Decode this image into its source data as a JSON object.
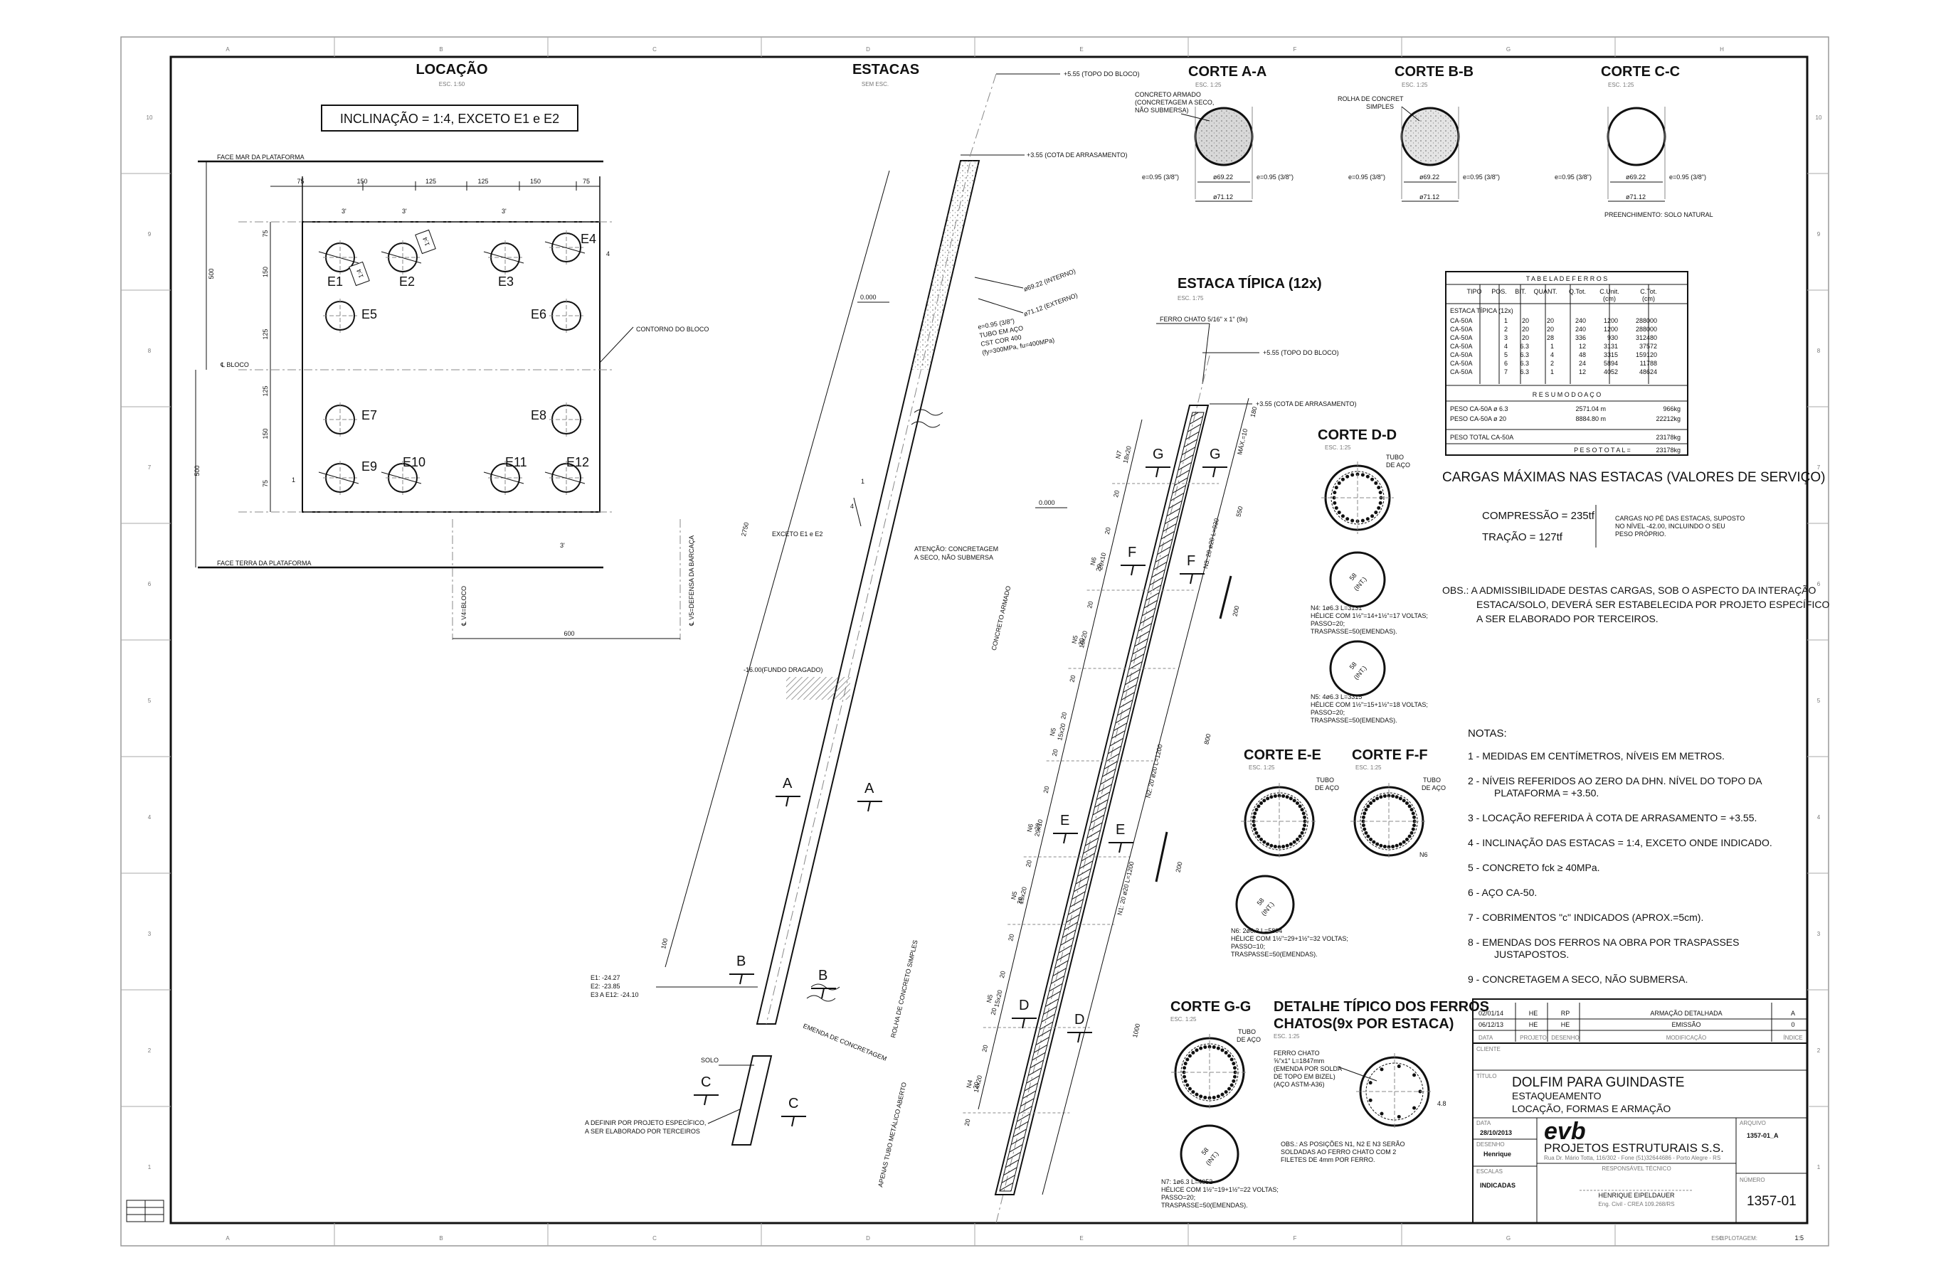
{
  "grid": {
    "columns": [
      "A",
      "B",
      "C",
      "D",
      "E",
      "F",
      "G",
      "H"
    ],
    "rows": [
      "10",
      "9",
      "8",
      "7",
      "6",
      "5",
      "4",
      "3",
      "2",
      "1"
    ]
  },
  "locacao": {
    "title": "LOCAÇÃO",
    "scale": "ESC. 1:50",
    "inclination": "INCLINAÇÃO   = 1:4, EXCETO E1 e E2",
    "face_mar": "FACE MAR DA PLATAFORMA",
    "face_terra": "FACE TERRA DA PLATAFORMA",
    "contorno": "CONTORNO DO BLOCO",
    "bloco_axis": "℄ BLOCO",
    "axis_v4": "℄ V4=BLOCO",
    "axis_v5": "℄ V5=DEFENSA DA BARCAÇA",
    "dims_top": [
      "75",
      "150",
      "125",
      "125",
      "150",
      "75"
    ],
    "dims_left": [
      "75",
      "150",
      "125",
      "125",
      "150",
      "75"
    ],
    "dim_total_left_a": "500",
    "dim_total_left_b": "500",
    "dim_bottom": "600",
    "piles": [
      "E1",
      "E2",
      "E3",
      "E4",
      "E5",
      "E6",
      "E7",
      "E8",
      "E9",
      "E10",
      "E11",
      "E12"
    ],
    "incl_labels": [
      "1:4",
      "1:4",
      "3'",
      "4",
      "3'",
      "1",
      "3'"
    ]
  },
  "estacas": {
    "title": "ESTACAS",
    "scale": "SEM ESC.",
    "topo_bloco": "+5.55 (TOPO DO BLOCO)",
    "cota_arrasamento": "+3.55 (COTA DE ARRASAMENTO)",
    "concreto_armado": "CONCRETO ARMADO (CONCRETAGEM A SECO, NÃO SUBMERSA)",
    "interno": "ø69.22 (INTERNO)",
    "externo": "ø71.12 (EXTERNO)",
    "tubo": [
      "e=0.95 (3/8\")",
      "TUBO EM AÇO",
      "CST COR 400",
      "(fy=300MPa, fu=400MPa)"
    ],
    "nivel_zero": "0.000",
    "fundo": "-16.00(FUNDO DRAGADO)",
    "excecao": "EXCETO E1 e E2",
    "atencao": [
      "ATENÇÃO: CONCRETAGEM",
      "A SECO, NÃO SUBMERSA"
    ],
    "dim_2750": "2750",
    "dim_100": "100",
    "concreto_label": "CONCRETO ARMADO",
    "emenda": "EMENDA DE CONCRETAGEM",
    "rolha": "ROLHA DE CONCRETO SIMPLES",
    "tubo_aberto": "APENAS TUBO METÁLICO ABERTO",
    "solo": "SOLO",
    "ends": [
      "E1: -24.27",
      "E2: -23.85",
      "E3 A E12: -24.10"
    ],
    "definir": [
      "A DEFINIR POR PROJETO ESPECÍFICO,",
      "A SER ELABORADO POR TERCEIROS"
    ],
    "section_marks": [
      "A",
      "A",
      "B",
      "B",
      "C",
      "C"
    ],
    "slope_mark": "1",
    "slope_mark_b": "4"
  },
  "cortes_top": [
    {
      "title": "CORTE A-A",
      "scale": "ESC. 1:25",
      "note": "CONCRETO ARMADO (CONCRETAGEM A SECO, NÃO SUBMERSA)",
      "e_left": "e=0.95 (3/8\")",
      "e_right": "e=0.95 (3/8\")",
      "d_in": "ø69.22",
      "d_out": "ø71.12",
      "fill": "#d8d8d8"
    },
    {
      "title": "CORTE B-B",
      "scale": "ESC. 1:25",
      "note": "ROLHA DE CONCRETO SIMPLES",
      "e_left": "e=0.95 (3/8\")",
      "e_right": "e=0.95 (3/8\")",
      "d_in": "ø69.22",
      "d_out": "ø71.12",
      "fill": "#e4e4e4"
    },
    {
      "title": "CORTE C-C",
      "scale": "ESC. 1:25",
      "note": "PREENCHIMENTO: SOLO NATURAL",
      "e_left": "e=0.95 (3/8\")",
      "e_right": "e=0.95 (3/8\")",
      "d_in": "ø69.22",
      "d_out": "ø71.12",
      "fill": "#ffffff"
    }
  ],
  "estaca_tipica": {
    "title": "ESTACA TÍPICA (12x)",
    "scale": "ESC. 1:75",
    "ferro_chato": "FERRO CHATO 5/16\" x 1\" (9x)",
    "topo_bloco": "+5.55 (TOPO DO BLOCO)",
    "cota_arrasamento": "+3.55 (COTA DE ARRASAMENTO)",
    "nivel_zero": "0.000",
    "dim_180": "180",
    "dim_550": "550",
    "dim_200a": "200",
    "dim_800": "800",
    "dim_200b": "200",
    "dim_1000": "1000",
    "bars": [
      "N1: 20 ø20 L=1200",
      "N2: 20 ø20 L=1200",
      "N3: 28 ø20 L=930"
    ],
    "spacings": [
      "N7 18x20",
      "N6 29x10",
      "N5 15x20",
      "N5 15x20",
      "N6 29x10",
      "N5 15x20",
      "N5 15x20",
      "N4 14x20"
    ],
    "max": "MÁX.=10",
    "section_marks": [
      "G",
      "G",
      "F",
      "F",
      "E",
      "E",
      "D",
      "D"
    ],
    "twenties": [
      "20",
      "20",
      "20",
      "20",
      "20",
      "20",
      "20",
      "20",
      "20",
      "20",
      "20",
      "20",
      "20",
      "20",
      "20",
      "20",
      "20",
      "20"
    ]
  },
  "corte_dd": {
    "title": "CORTE D-D",
    "scale": "ESC. 1:25",
    "tubo": "TUBO DE AÇO",
    "n4_text": [
      "N4: 1ø6.3 L=3131",
      "HÉLICE COM 1½\"=14+1½\"=17 VOLTAS;",
      "PASSO=20;",
      "TRASPASSE=50(EMENDAS)."
    ],
    "n5_text": [
      "N5: 4ø6.3 L=3315",
      "HÉLICE COM 1½\"=15+1½\"=18 VOLTAS;",
      "PASSO=20;",
      "TRASPASSE=50(EMENDAS)."
    ],
    "n4_tag": "58 (INT.)",
    "n5_tag": "58 (INT.)"
  },
  "corte_ee": {
    "title": "CORTE E-E",
    "scale": "ESC. 1:25",
    "tubo": "TUBO DE AÇO"
  },
  "corte_ff": {
    "title": "CORTE F-F",
    "scale": "ESC. 1:25",
    "tubo": "TUBO DE AÇO",
    "n6_label": "N6"
  },
  "n6": {
    "tag": "58 (INT.)",
    "text": [
      "N6: 2ø6.3 L=5894",
      "HÉLICE COM 1½\"=29+1½\"=32 VOLTAS;",
      "PASSO=10;",
      "TRASPASSE=50(EMENDAS)."
    ]
  },
  "corte_gg": {
    "title": "CORTE G-G",
    "scale": "ESC. 1:25",
    "tubo": "TUBO DE AÇO"
  },
  "n7": {
    "tag": "58 (INT.)",
    "text": [
      "N7: 1ø6.3 L=4052",
      "HÉLICE COM 1½\"=19+1½\"=22 VOLTAS;",
      "PASSO=20;",
      "TRASPASSE=50(EMENDAS)."
    ]
  },
  "detalhe": {
    "title": "DETALHE TÍPICO DOS FERROS CHATOS(9x POR ESTACA)",
    "title1": "DETALHE TÍPICO DOS FERROS",
    "title2": "CHATOS(9x POR ESTACA)",
    "scale": "ESC. 1:25",
    "ferro": [
      "FERRO CHATO",
      "⅝\"x1\" L=1847mm",
      "(EMENDA POR SOLDA",
      "DE TOPO EM BIZEL)",
      "(AÇO ASTM-A36)"
    ],
    "obs": [
      "OBS.: AS POSIÇÕES N1, N2 E N3 SERÃO",
      "SOLDADAS AO FERRO CHATO COM 2",
      "FILETES DE 4mm POR FERRO."
    ],
    "dim": "4.8"
  },
  "tabela": {
    "title": "T A B E L A   D E   F E R R O S",
    "headers": [
      "TIPO",
      "POS.",
      "BIT.",
      "QUANT.",
      "Q.Tot.",
      "C.Unit. (cm)",
      "C.Tot. (cm)"
    ],
    "section": "ESTACA TÍPICA (12x)",
    "rows": [
      [
        "CA-50A",
        "1",
        "20",
        "20",
        "240",
        "1200",
        "288000"
      ],
      [
        "CA-50A",
        "2",
        "20",
        "20",
        "240",
        "1200",
        "288000"
      ],
      [
        "CA-50A",
        "3",
        "20",
        "28",
        "336",
        "930",
        "312480"
      ],
      [
        "CA-50A",
        "4",
        "6.3",
        "1",
        "12",
        "3131",
        "37572"
      ],
      [
        "CA-50A",
        "5",
        "6.3",
        "4",
        "48",
        "3315",
        "159120"
      ],
      [
        "CA-50A",
        "6",
        "6.3",
        "2",
        "24",
        "5894",
        "11788"
      ],
      [
        "CA-50A",
        "7",
        "6.3",
        "1",
        "12",
        "4052",
        "48624"
      ]
    ],
    "resumo_title": "R E S U M O   D O   A Ç O",
    "resumo": [
      [
        "PESO CA-50A ø 6.3",
        "2571.04 m",
        "966kg"
      ],
      [
        "PESO CA-50A ø 20",
        "8884.80 m",
        "22212kg"
      ]
    ],
    "peso_total_row": [
      "PESO TOTAL CA-50A",
      "23178kg"
    ],
    "peso_total_final": [
      "P E S O   T O T A L  =",
      "23178kg"
    ]
  },
  "cargas": {
    "title": "CARGAS MÁXIMAS NAS ESTACAS (VALORES DE SERVIÇO)",
    "compressao": "COMPRESSÃO = 235tf",
    "tracao": "TRAÇÃO = 127tf",
    "nota": [
      "CARGAS NO PÉ DAS ESTACAS, SUPOSTO",
      "NO NÍVEL -42.00, INCLUINDO O SEU",
      "PESO PRÓPRIO."
    ],
    "obs": [
      "OBS.: A ADMISSIBILIDADE DESTAS CARGAS, SOB O ASPECTO DA INTERAÇÃO",
      "ESTACA/SOLO, DEVERÁ SER ESTABELECIDA POR PROJETO ESPECÍFICO",
      "A SER ELABORADO POR TERCEIROS."
    ]
  },
  "notas": {
    "title": "NOTAS:",
    "items": [
      [
        "1 - MEDIDAS EM CENTÍMETROS, NÍVEIS EM METROS."
      ],
      [
        "2 - NÍVEIS REFERIDOS AO ZERO DA DHN. NÍVEL DO TOPO DA",
        "PLATAFORMA = +3.50."
      ],
      [
        "3 - LOCAÇÃO REFERIDA À COTA DE ARRASAMENTO = +3.55."
      ],
      [
        "4 - INCLINAÇÃO DAS ESTACAS = 1:4, EXCETO ONDE INDICADO."
      ],
      [
        "5 - CONCRETO fck ≥ 40MPa."
      ],
      [
        "6 - AÇO CA-50."
      ],
      [
        "7 - COBRIMENTOS \"c\" INDICADOS (APROX.=5cm)."
      ],
      [
        "8 - EMENDAS DOS FERROS NA OBRA POR TRASPASSES",
        "JUSTAPOSTOS."
      ],
      [
        "9 - CONCRETAGEM A SECO, NÃO SUBMERSA."
      ]
    ]
  },
  "revisoes": {
    "rows": [
      [
        "02/01/14",
        "HE",
        "RP",
        "ARMAÇÃO DETALHADA",
        "A"
      ],
      [
        "06/12/13",
        "HE",
        "HE",
        "EMISSÃO",
        "0"
      ]
    ],
    "headers": [
      "DATA",
      "PROJETO",
      "DESENHO",
      "MODIFICAÇÃO",
      "ÍNDICE"
    ]
  },
  "carimbo": {
    "cliente_label": "CLIENTE",
    "titulo_label": "TÍTULO",
    "titulo": "DOLFIM PARA GUINDASTE",
    "sub1": "ESTAQUEAMENTO",
    "sub2": "LOCAÇÃO, FORMAS E ARMAÇÃO",
    "data_label": "DATA",
    "data": "28/10/2013",
    "desenho_label": "DESENHO",
    "desenho": "Henrique",
    "escalas_label": "ESCALAS",
    "escalas": "INDICADAS",
    "logo": "evb",
    "empresa": "PROJETOS ESTRUTURAIS S.S.",
    "endereco": "Rua Dr. Mário Totta, 116/302 - Fone (51)32644686 - Porto Alegre - RS",
    "responsavel_label": "RESPONSÁVEL TÉCNICO",
    "responsavel": "HENRIQUE EIPELDAUER",
    "crea": "Eng. Civil - CREA 109.268/RS",
    "arquivo_label": "ARQUIVO",
    "arquivo": "1357-01_A",
    "numero_label": "NÚMERO",
    "numero": "1357-01",
    "plot_label": "ESC.PLOTAGEM:",
    "plot": "1:5"
  },
  "colors": {
    "line": "#111111",
    "hatch": "#9a9a9a",
    "grid": "#9a9a9a"
  }
}
